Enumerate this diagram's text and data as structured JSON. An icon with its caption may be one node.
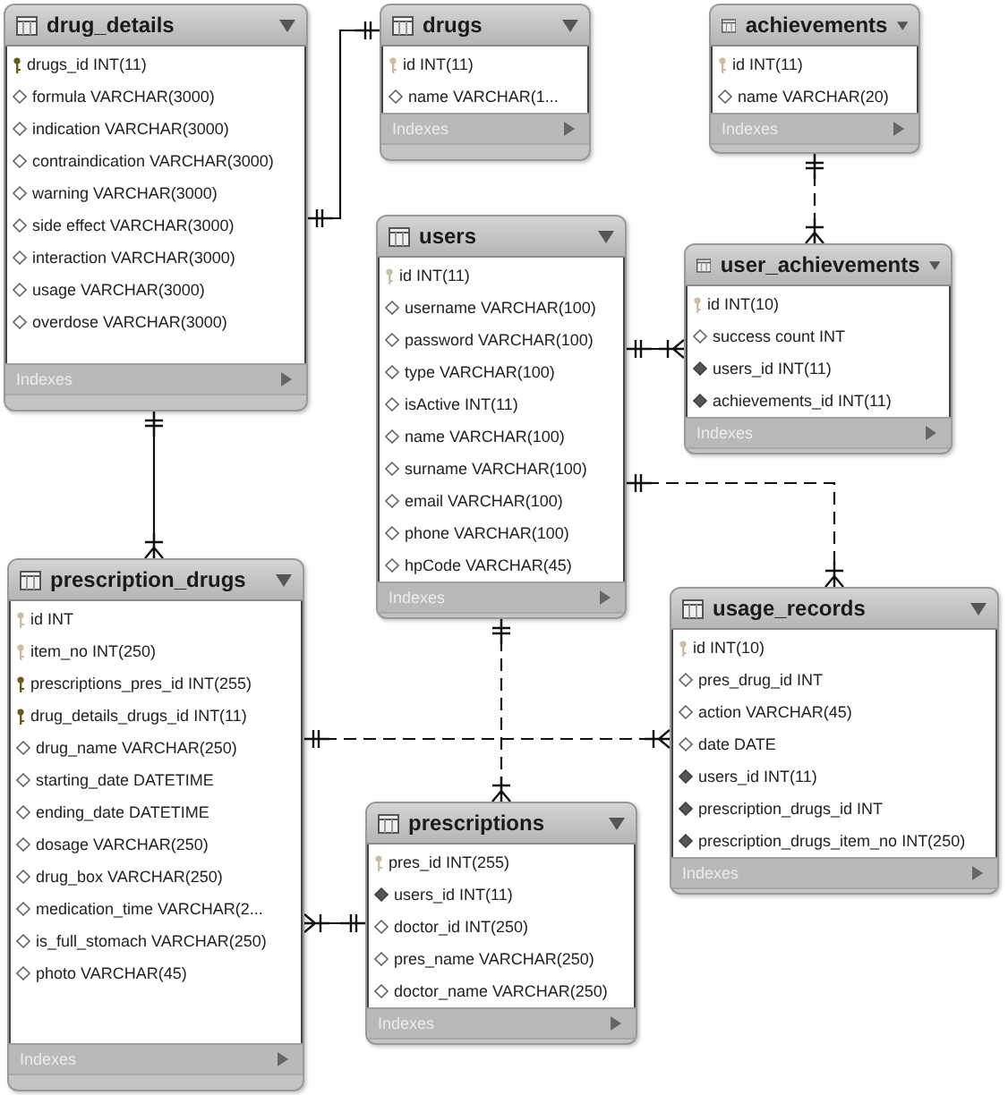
{
  "diagram": {
    "nodes": [
      {
        "text": [
          "drug_details",
          "drugs_id INT(11)",
          "formula VARCHAR(3000)",
          "indication VARCHAR(3000)",
          "contraindication VARCHAR(3000)",
          "warning VARCHAR(3000)",
          "side effect VARCHAR(3000)",
          "interaction VARCHAR(3000)",
          "usage VARCHAR(3000)",
          "overdose VARCHAR(3000)",
          "Indexes"
        ]
      },
      {
        "text": [
          "drugs",
          "id INT(11)",
          "name VARCHAR(1...",
          "Indexes"
        ]
      },
      {
        "text": [
          "achievements",
          "id INT(11)",
          "name VARCHAR(20)",
          "Indexes"
        ]
      },
      {
        "text": [
          "users",
          "id INT(11)",
          "username VARCHAR(100)",
          "password VARCHAR(100)",
          "type VARCHAR(100)",
          "isActive INT(11)",
          "name VARCHAR(100)",
          "surname VARCHAR(100)",
          "email VARCHAR(100)",
          "phone VARCHAR(100)",
          "hpCode VARCHAR(45)",
          "Indexes"
        ]
      },
      {
        "text": [
          "user_achievements",
          "id INT(10)",
          "success count INT",
          "users_id INT(11)",
          "achievements_id INT(11)",
          "Indexes"
        ]
      },
      {
        "text": [
          "prescription_drugs",
          "id INT",
          "item_no INT(250)",
          "prescriptions_pres_id INT(255)",
          "drug_details_drugs_id INT(11)",
          "drug_name VARCHAR(250)",
          "starting_date DATETIME",
          "ending_date DATETIME",
          "dosage VARCHAR(250)",
          "drug_box VARCHAR(250)",
          "medication_time VARCHAR(2...",
          "is_full_stomach VARCHAR(250)",
          "photo VARCHAR(45)",
          "Indexes"
        ]
      },
      {
        "text": [
          "usage_records",
          "id INT(10)",
          "pres_drug_id INT",
          "action VARCHAR(45)",
          "date DATE",
          "users_id INT(11)",
          "prescription_drugs_id INT",
          "prescription_drugs_item_no INT(250)",
          "Indexes"
        ]
      },
      {
        "text": [
          "prescriptions",
          "pres_id INT(255)",
          "users_id INT(11)",
          "doctor_id INT(250)",
          "pres_name VARCHAR(250)",
          "doctor_name VARCHAR(250)",
          "Indexes"
        ]
      }
    ],
    "edges": [
      {
        "from": 1,
        "to": 0,
        "arrow": "other"
      },
      {
        "from": 0,
        "to": 5,
        "arrow": "other"
      },
      {
        "from": 2,
        "to": 4,
        "arrow": "other",
        "style": "dashed"
      },
      {
        "from": 3,
        "to": 4,
        "arrow": "other"
      },
      {
        "from": 3,
        "to": 6,
        "arrow": "other",
        "style": "dashed"
      },
      {
        "from": 3,
        "to": 7,
        "arrow": "other",
        "style": "dashed"
      },
      {
        "from": 5,
        "to": 6,
        "arrow": "other",
        "style": "dashed"
      },
      {
        "from": 7,
        "to": 5,
        "arrow": "other"
      }
    ]
  }
}
